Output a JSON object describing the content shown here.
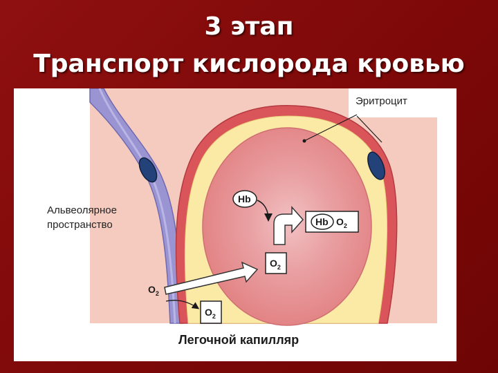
{
  "slide": {
    "title_line1": "3 этап",
    "title_line2": "Транспорт кислорода кровью",
    "background_color": "#8b0d0d"
  },
  "diagram": {
    "label_erythrocyte": "Эритроцит",
    "label_alveolar_line1": "Альвеолярное",
    "label_alveolar_line2": "пространство",
    "label_capillary": "Легочной капилляр",
    "hb": "Hb",
    "hb_o2_hb": "Hb",
    "o2_text": "O",
    "o2_sub": "2",
    "colors": {
      "capillary_fill": "#f5cbbf",
      "capillary_wall": "#d9555a",
      "plasma": "#fbe9a6",
      "erythrocyte": "#e79394",
      "alveolar_wall": "#9a95d2",
      "nucleus": "#24427a"
    }
  }
}
